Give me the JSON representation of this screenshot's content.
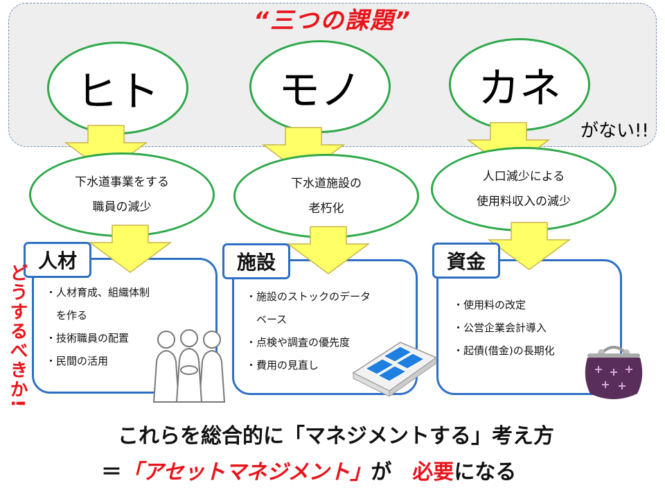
{
  "title": "“三つの課題”",
  "top": {
    "ellipses": [
      "ヒト",
      "モノ",
      "カネ"
    ],
    "suffix": "がない!!"
  },
  "problems": [
    {
      "line1": "下水道事業をする",
      "line2": "職員の減少"
    },
    {
      "line1": "下水道施設の",
      "line2": "老朽化"
    },
    {
      "line1": "人口減少による",
      "line2": "使用料収入の減少"
    }
  ],
  "categories": [
    {
      "tag": "人材",
      "items": [
        "・人材育成、組織体制",
        "　を作る",
        "・技術職員の配置",
        "・民間の活用"
      ]
    },
    {
      "tag": "施設",
      "items": [
        "・施設のストックのデータ",
        "　ベース",
        "・点検や調査の優先度",
        "・費用の見直し"
      ]
    },
    {
      "tag": "資金",
      "items": [
        "・使用料の改定",
        "・公営企業会計導入",
        "・起債(借金)の長期化"
      ]
    }
  ],
  "question": "どうするべきか!",
  "conclusion": {
    "line1": "これらを総合的に「マネジメントする」考え方",
    "line2_prefix": "＝",
    "line2_highlight": "「アセットマネジメント」",
    "line2_mid": "が　",
    "line2_need": "必要",
    "line2_suffix": "になる"
  },
  "colors": {
    "accent_red": "#e8141b",
    "ellipse_green": "#2ea84a",
    "card_blue": "#2e6fc4",
    "arrow_yellow": "#ffff66",
    "arrow_border": "#c9b44a",
    "panel_gray": "#eeeeee"
  }
}
